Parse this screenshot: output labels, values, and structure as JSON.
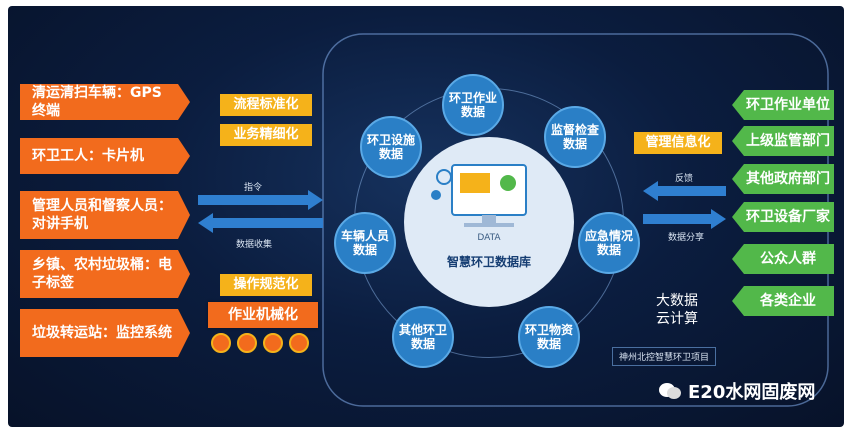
{
  "left_items": [
    "清运清扫车辆：GPS终端",
    "环卫工人：卡片机",
    "管理人员和督察人员：对讲手机",
    "乡镇、农村垃圾桶：电子标签",
    "垃圾转运站：监控系统"
  ],
  "yellow_tags": [
    "流程标准化",
    "业务精细化",
    "操作规范化"
  ],
  "mechanization_label": "作业机械化",
  "mgmt_tag": "管理信息化",
  "left_arrows": {
    "top": "指令",
    "bottom": "数据收集"
  },
  "right_arrows": {
    "top": "反馈",
    "bottom": "数据分享"
  },
  "center_title": "智慧环卫数据库",
  "center_data_label": "DATA",
  "nodes": [
    "环卫作业数据",
    "监督检查数据",
    "应急情况数据",
    "环卫物资数据",
    "其他环卫数据",
    "车辆人员数据",
    "环卫设施数据"
  ],
  "right_items": [
    "环卫作业单位",
    "上级监管部门",
    "其他政府部门",
    "环卫设备厂家",
    "公众人群",
    "各类企业"
  ],
  "bigdata_label": "大数据\n云计算",
  "project_label": "神州北控智慧环卫项目",
  "watermark": "E20水网固废网",
  "colors": {
    "orange": "#f26b1d",
    "yellow": "#f5b21a",
    "green": "#52b84a",
    "node": "#2a7fc6",
    "background": "#0b1d3f"
  }
}
